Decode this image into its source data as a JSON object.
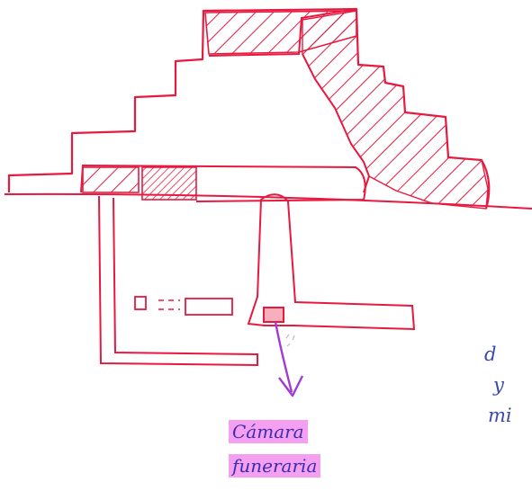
{
  "labels": {
    "camara": "Cámara",
    "funeraria": "funeraria"
  },
  "margin_text": [
    "d",
    "y",
    "mi"
  ],
  "colors": {
    "structure_stroke": "#e8193f",
    "label_ink": "#3a2fae",
    "highlight": "#f59ff0",
    "arrow": "#a23ad6"
  }
}
